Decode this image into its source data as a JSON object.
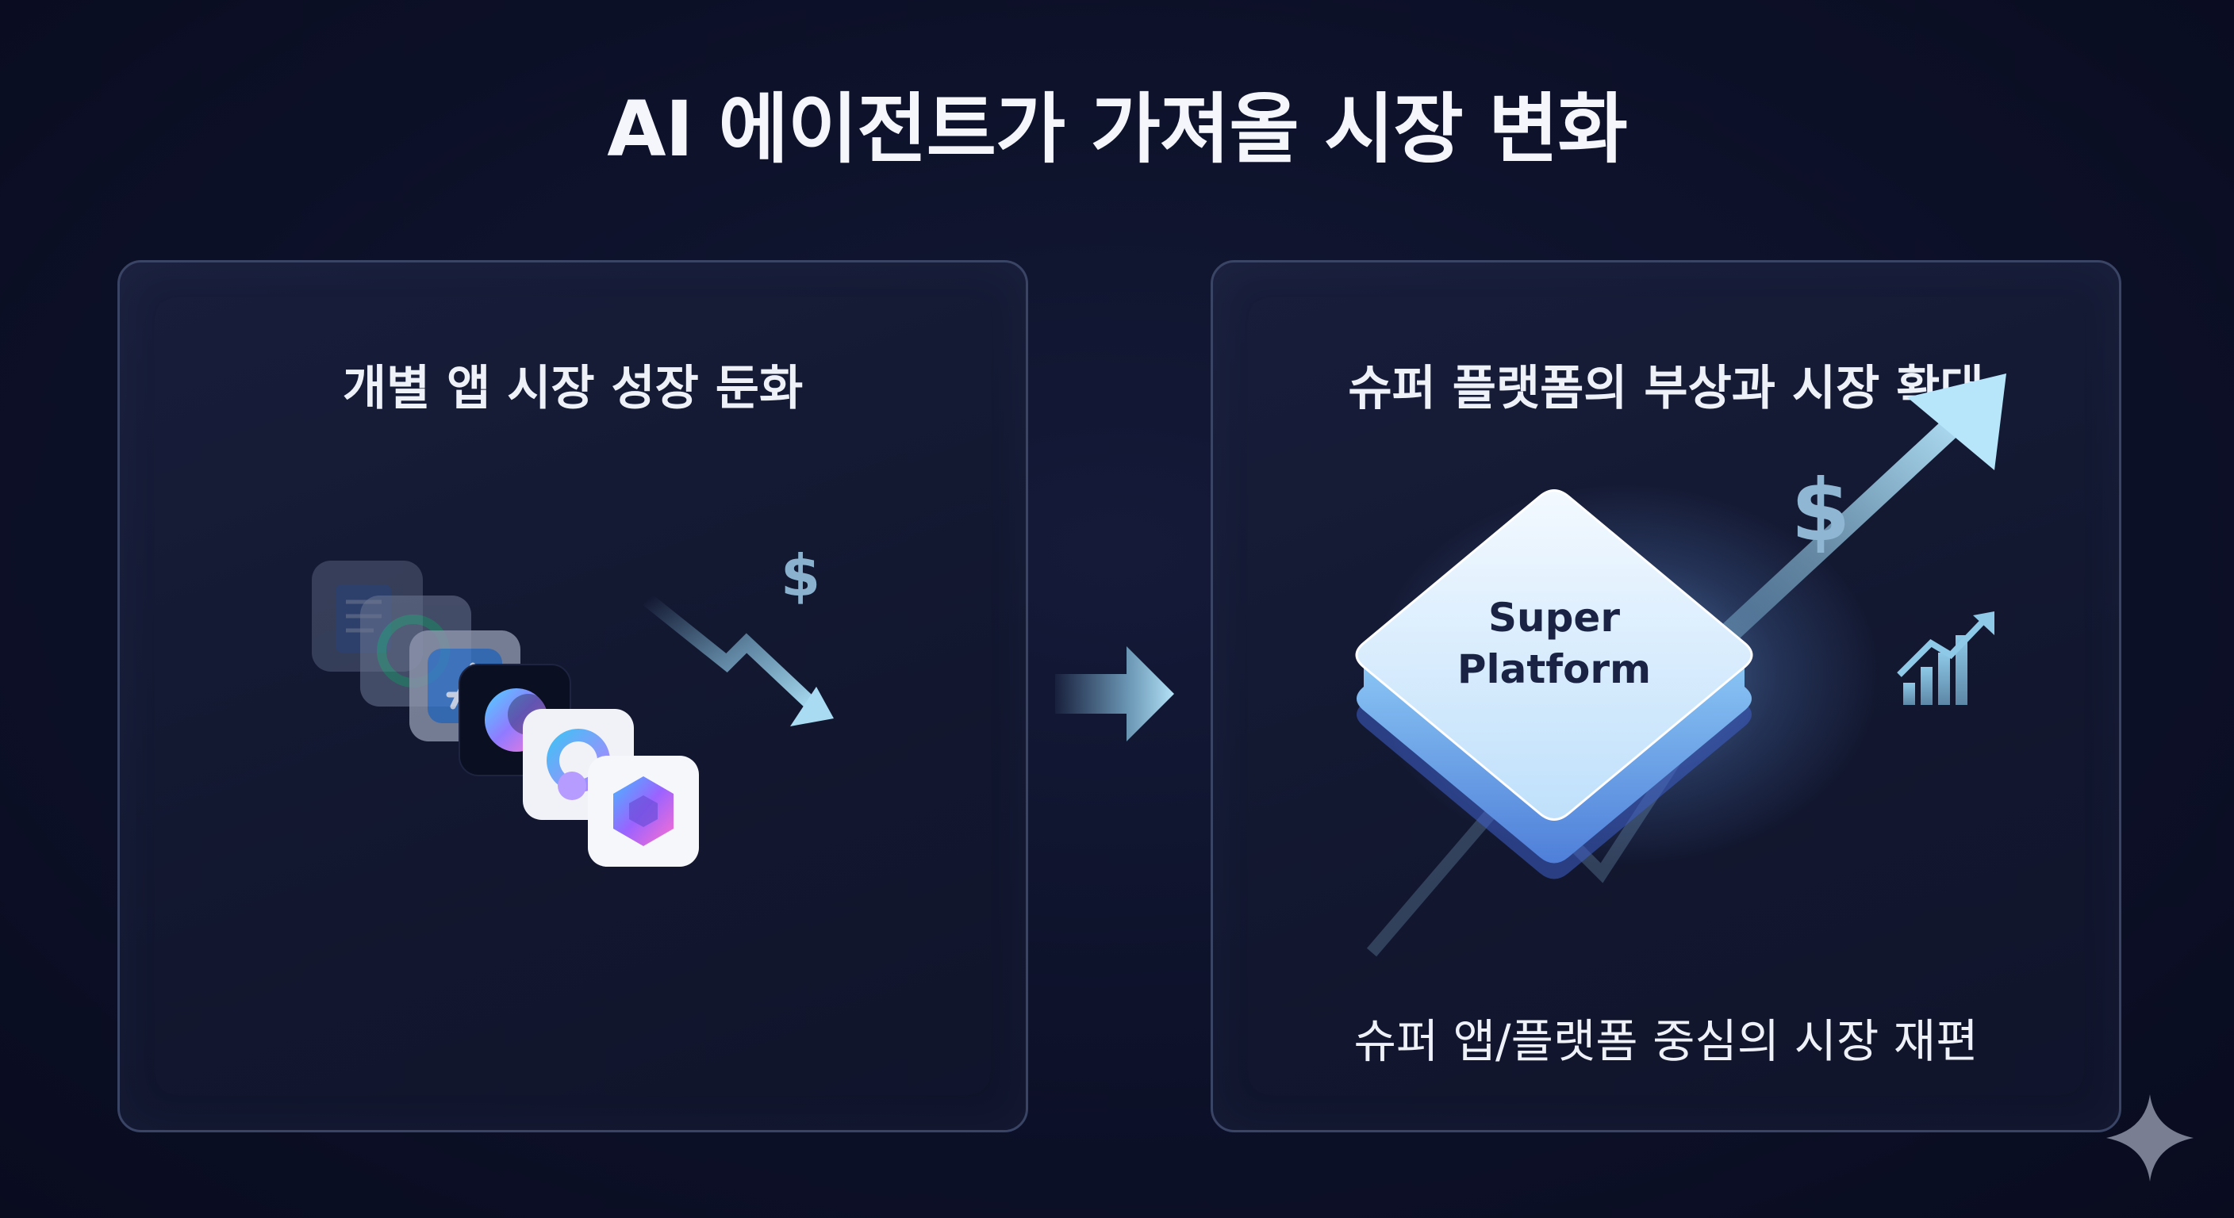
{
  "title": "AI 에이전트가 가져올 시장 변화",
  "left_panel": {
    "heading": "개별 앱 시장 성장 둔화",
    "dollar_symbol": "$",
    "icons": [
      "document-app-icon",
      "chat-app-icon",
      "app-store-icon",
      "gradient-circle-app-icon",
      "chat-bubble-app-icon",
      "hexagon-app-icon"
    ]
  },
  "right_panel": {
    "heading": "슈퍼 플랫폼의 부상과 시장 확대",
    "platform_line1": "Super",
    "platform_line2": "Platform",
    "dollar_symbol": "$",
    "caption": "슈퍼 앱/플랫폼 중심의 시장 재편"
  },
  "colors": {
    "background": "#0c1026",
    "panel_border": "#3a4566",
    "accent_blue": "#8ec9e8",
    "platform_glow": "#9fd6ff"
  }
}
